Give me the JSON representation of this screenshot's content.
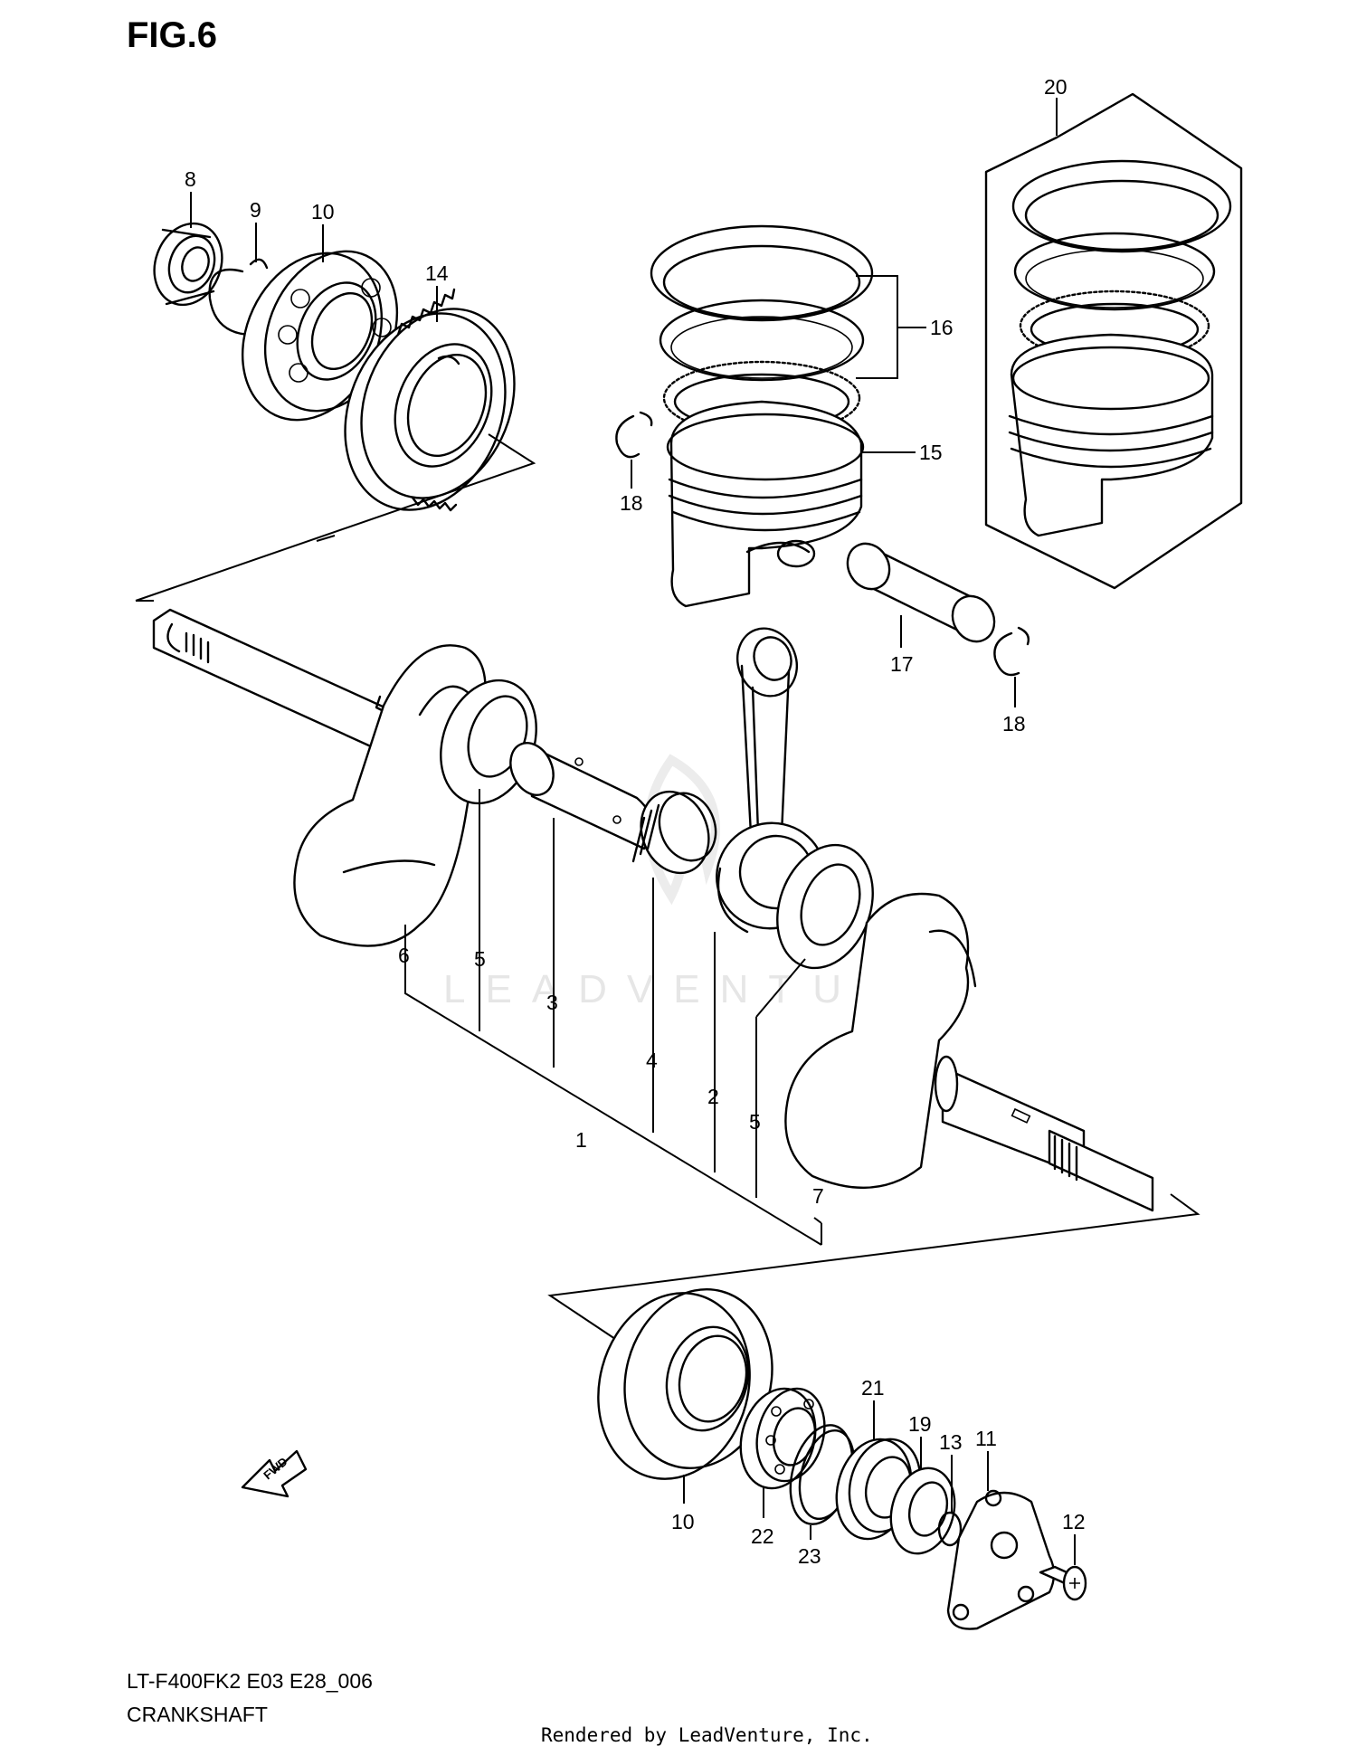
{
  "figure_label": "FIG.6",
  "model_code": "LT-F400FK2 E03 E28_006",
  "section_title": "CRANKSHAFT",
  "credit": "Rendered by LeadVenture, Inc.",
  "watermark": "LEADVENTURE",
  "fwd_label": "FWD",
  "callouts": {
    "c1": "1",
    "c2": "2",
    "c3": "3",
    "c4": "4",
    "c5a": "5",
    "c5b": "5",
    "c6": "6",
    "c7": "7",
    "c8": "8",
    "c9": "9",
    "c10a": "10",
    "c10b": "10",
    "c11": "11",
    "c12": "12",
    "c13": "13",
    "c14": "14",
    "c15": "15",
    "c16": "16",
    "c17": "17",
    "c18a": "18",
    "c18b": "18",
    "c19": "19",
    "c20": "20",
    "c21": "21",
    "c22": "22",
    "c23": "23"
  }
}
